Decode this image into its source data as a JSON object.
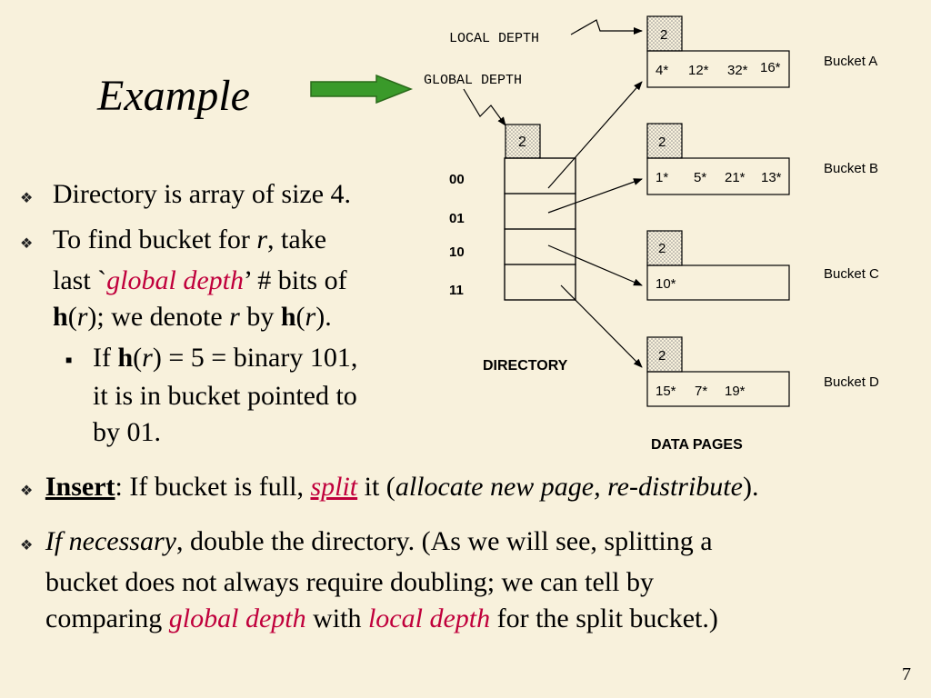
{
  "slide": {
    "title": "Example",
    "page_number": "7"
  },
  "bullets": {
    "b1": "Directory is array of size 4.",
    "b2_part1": "To find bucket for ",
    "b2_r1": "r",
    "b2_part2": ", take",
    "b2_line2_a": "last `",
    "b2_global_depth": "global depth",
    "b2_line2_b": "’ # bits of",
    "b2_h1": "h",
    "b2_paren1_open": "(",
    "b2_r2": "r",
    "b2_paren1_close": "); we denote ",
    "b2_r3": "r",
    "b2_by": " by ",
    "b2_h2": "h",
    "b2_paren2_open": "(",
    "b2_r4": "r",
    "b2_paren2_close": ").",
    "sub_if": "If ",
    "sub_h": "h",
    "sub_po": "(",
    "sub_r": "r",
    "sub_rest": ") = 5 = binary 101,",
    "sub_line2": "it is in bucket pointed to",
    "sub_line3": "by 01.",
    "insert_label": "Insert",
    "insert_colon": ":  If bucket is full, ",
    "insert_split": "split",
    "insert_it": " it (",
    "insert_alloc": "allocate new page, re-distribute",
    "insert_end": ").",
    "nec_italic": "If necessary",
    "nec_line1_rest": ", double the directory.  (As we will see, splitting a",
    "nec_line2": "bucket does not always require doubling; we can tell by",
    "nec_line3_a": "comparing ",
    "nec_global": "global depth",
    "nec_with": " with ",
    "nec_local": "local depth",
    "nec_line3_b": " for the split bucket.)"
  },
  "diagram": {
    "local_depth_label": "LOCAL DEPTH",
    "global_depth_label": "GLOBAL DEPTH",
    "global_depth_value": "2",
    "directory_label": "DIRECTORY",
    "data_pages_label": "DATA PAGES",
    "directory_entries": [
      "00",
      "01",
      "10",
      "11"
    ],
    "buckets": [
      {
        "name": "Bucket A",
        "local_depth": "2",
        "entries": [
          "4*",
          "12*",
          "32*",
          "16*"
        ]
      },
      {
        "name": "Bucket B",
        "local_depth": "2",
        "entries": [
          "1*",
          "5*",
          "21*",
          "13*"
        ]
      },
      {
        "name": "Bucket C",
        "local_depth": "2",
        "entries": [
          "10*"
        ]
      },
      {
        "name": "Bucket D",
        "local_depth": "2",
        "entries": [
          "15*",
          "7*",
          "19*"
        ]
      }
    ]
  },
  "colors": {
    "background": "#f8f1dc",
    "accent_red": "#c0003c",
    "arrow_green": "#3a9a2a"
  }
}
